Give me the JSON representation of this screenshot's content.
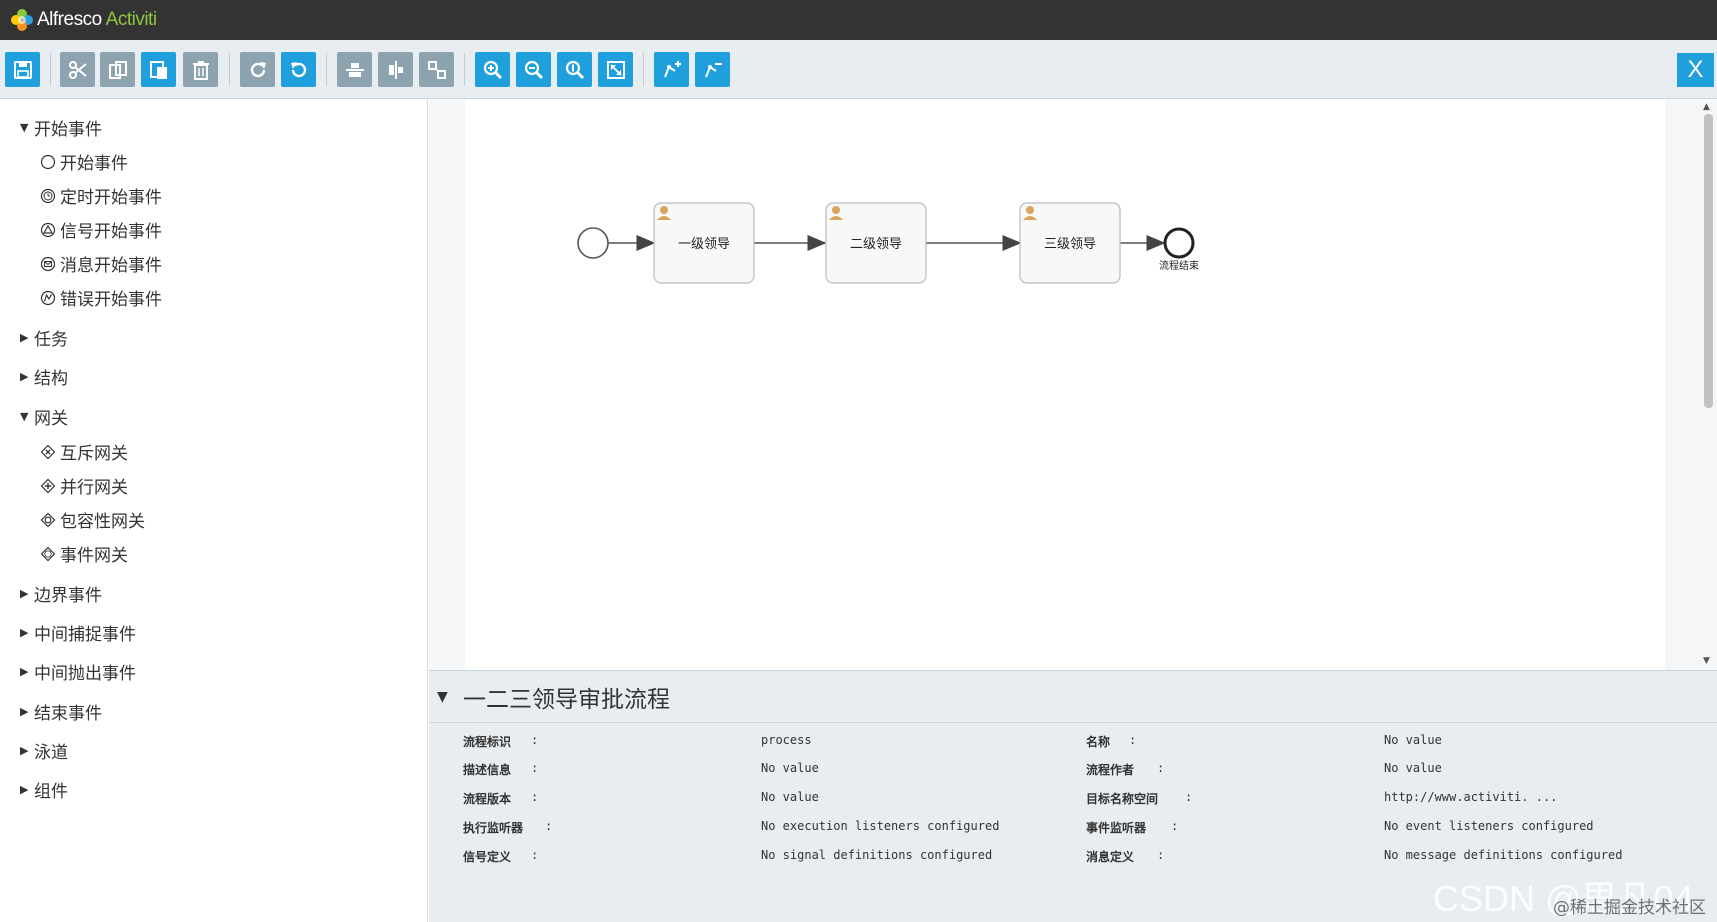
{
  "app": {
    "brand": "Alfresco",
    "product": "Activiti"
  },
  "toolbar": {
    "close_label": "X"
  },
  "palette": {
    "groups": [
      {
        "label": "开始事件",
        "expanded": true,
        "items": [
          "开始事件",
          "定时开始事件",
          "信号开始事件",
          "消息开始事件",
          "错误开始事件"
        ]
      },
      {
        "label": "任务",
        "expanded": false
      },
      {
        "label": "结构",
        "expanded": false
      },
      {
        "label": "网关",
        "expanded": true,
        "items": [
          "互斥网关",
          "并行网关",
          "包容性网关",
          "事件网关"
        ]
      },
      {
        "label": "边界事件",
        "expanded": false
      },
      {
        "label": "中间捕捉事件",
        "expanded": false
      },
      {
        "label": "中间抛出事件",
        "expanded": false
      },
      {
        "label": "结束事件",
        "expanded": false
      },
      {
        "label": "泳道",
        "expanded": false
      },
      {
        "label": "组件",
        "expanded": false
      }
    ]
  },
  "diagram": {
    "tasks": [
      "一级领导",
      "二级领导",
      "三级领导"
    ],
    "end_label": "流程结束"
  },
  "properties": {
    "title": "一二三领导审批流程",
    "left": [
      {
        "label": "流程标识",
        "value": "process"
      },
      {
        "label": "描述信息",
        "value": "No value"
      },
      {
        "label": "流程版本",
        "value": "No value"
      },
      {
        "label": "执行监听器",
        "value": "No execution listeners configured"
      },
      {
        "label": "信号定义",
        "value": "No signal definitions configured"
      }
    ],
    "right": [
      {
        "label": "名称",
        "value": "No value"
      },
      {
        "label": "流程作者",
        "value": "No value"
      },
      {
        "label": "目标名称空间",
        "value": "http://www.activiti. ..."
      },
      {
        "label": "事件监听器",
        "value": "No event listeners configured"
      },
      {
        "label": "消息定义",
        "value": "No message definitions configured"
      }
    ]
  },
  "watermark": {
    "csdn": "CSDN @思凡04",
    "juejin": "@稀土掘金技术社区"
  },
  "colors": {
    "accent": "#1fa0dc",
    "disabled": "#8ea3b0",
    "topbar": "#333333",
    "brand_green": "#8cc63f"
  }
}
